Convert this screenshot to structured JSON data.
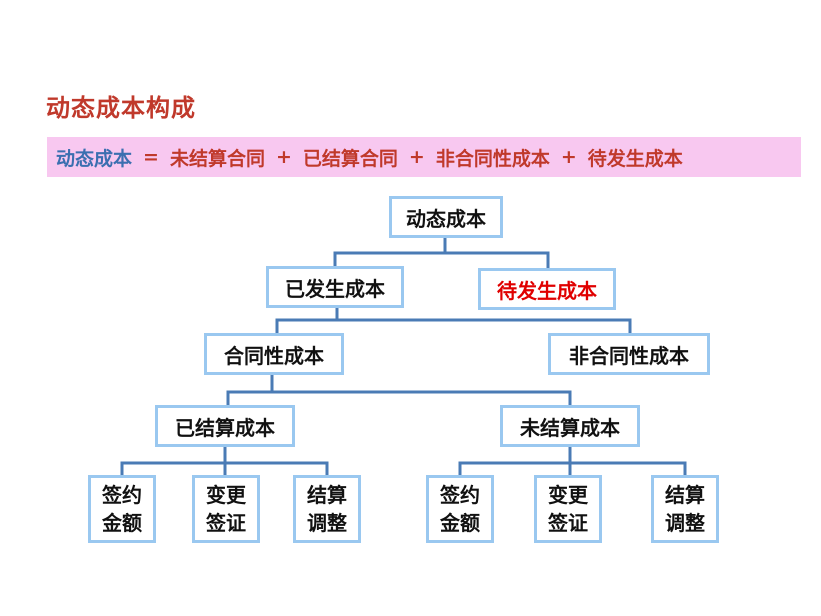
{
  "title": "动态成本构成",
  "formula": {
    "lhs": "动态成本",
    "eq": "=",
    "terms": [
      "未结算合同",
      "已结算合同",
      "非合同性成本",
      "待发生成本"
    ],
    "plus": "+"
  },
  "tree": {
    "root": "动态成本",
    "occurred": "已发生成本",
    "pending": "待发生成本",
    "contract": "合同性成本",
    "noncontract": "非合同性成本",
    "settled": "已结算成本",
    "unsettled": "未结算成本",
    "settled_children": [
      {
        "line1": "签约",
        "line2": "金额"
      },
      {
        "line1": "变更",
        "line2": "签证"
      },
      {
        "line1": "结算",
        "line2": "调整"
      }
    ],
    "unsettled_children": [
      {
        "line1": "签约",
        "line2": "金额"
      },
      {
        "line1": "变更",
        "line2": "签证"
      },
      {
        "line1": "结算",
        "line2": "调整"
      }
    ]
  },
  "colors": {
    "title": "#c0392b",
    "formula_bg": "#f8c8f0",
    "node_border": "#9ac8f0",
    "connector": "#4a7bb5",
    "pending_text": "#e00000"
  }
}
